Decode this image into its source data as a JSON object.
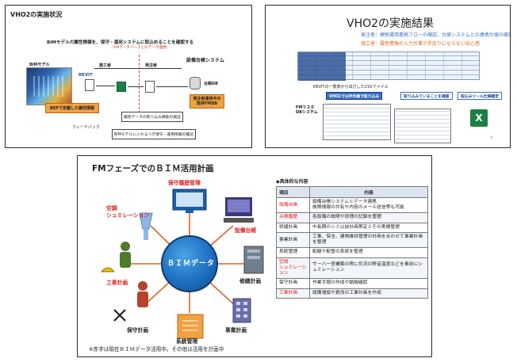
{
  "slide1": {
    "title": "VHO2の実施状況",
    "description": "BIMモデルの属性情報を、保守・運用システムに取込めることを確認する",
    "subtitle": "（FMデータベースとのデータ連携）",
    "bim_model_label": "BIMモデル",
    "builder_label": "施工者",
    "orderer_label": "発注者",
    "system_label": "設備台帳システム",
    "revit_label": "REVIT",
    "db_label": "台帳DB",
    "bep_box": "BEPで定義した属性情報",
    "orderer_box": "発注者運用中の既存FMDB",
    "verify_box": "属性データの取り込み機能の検証",
    "feedback_label": "フィードバック",
    "confirm_box": "BIMモデルに入れるべき保守・運用情報の確認"
  },
  "slide2": {
    "title": "VHO2の実施結果",
    "line1": "発注者：建物運用業務フローの確認、台帳システムとの連携仕様の確定",
    "line2": "施工者：属性情報の入力作業が手戻りにならない安心感",
    "csv_caption": "REVITの一覧表から出力したCSVファイル",
    "flow": [
      "VHO2では手作業で取り込み",
      "取り込みていることを確認",
      "取込みツール仕様確定"
    ],
    "fm_label": "FMマスタ\nDBシステム",
    "excel_glyph": "X",
    "page_number": "4"
  },
  "slide3": {
    "title": "FMフェーズでのＢＩＭ活用計画",
    "hub_text": "ＢＩＭデータ",
    "diagram_labels": {
      "maintenance_history": "保守履歴管理",
      "hvac_simulation": "空調\nシュミレーション",
      "equipment_ledger": "設備台帳",
      "repair_plan": "修繕計画",
      "construction_plan": "工事計画",
      "business_plan": "事業計画",
      "maintenance_plan": "保守計画",
      "system_management": "系統管理"
    },
    "note": "※赤字は現在ＢＩＭデータ活用中。その他は活用を計画中",
    "table_caption": "◆具体的な内容",
    "table_headers": [
      "項目",
      "内容"
    ],
    "table_rows": [
      {
        "item": "設備台帳",
        "content": "設備台帳システムとデータ連携\n故障情報の共有や内容のメール送信等も可能",
        "active": true
      },
      {
        "item": "点検履歴",
        "content": "各設備の故障や修理の記録を管理",
        "active": true
      },
      {
        "item": "修繕計画",
        "content": "中長期のシミ以前計画策定とその実績管理",
        "active": false
      },
      {
        "item": "事業計画",
        "content": "工事、保全、建物維持管理の計画を合わせて事業計画を管理",
        "active": false
      },
      {
        "item": "系統管理",
        "content": "配線や配管の系統を管理",
        "active": false
      },
      {
        "item": "空調\nシュミレーション",
        "content": "サーバー室構築の際に気流の野音温度などを事前にシュミレーション",
        "active": true
      },
      {
        "item": "保守計画",
        "content": "作業手順の作成や動線確認",
        "active": false
      },
      {
        "item": "工事計画",
        "content": "設備増設や更改の工事計画を作成",
        "active": true
      }
    ]
  },
  "colors": {
    "active_red": "#e02020",
    "hub_blue": "#1f6fc0",
    "orange": "#f1a242",
    "excel_green": "#1e7f45"
  }
}
